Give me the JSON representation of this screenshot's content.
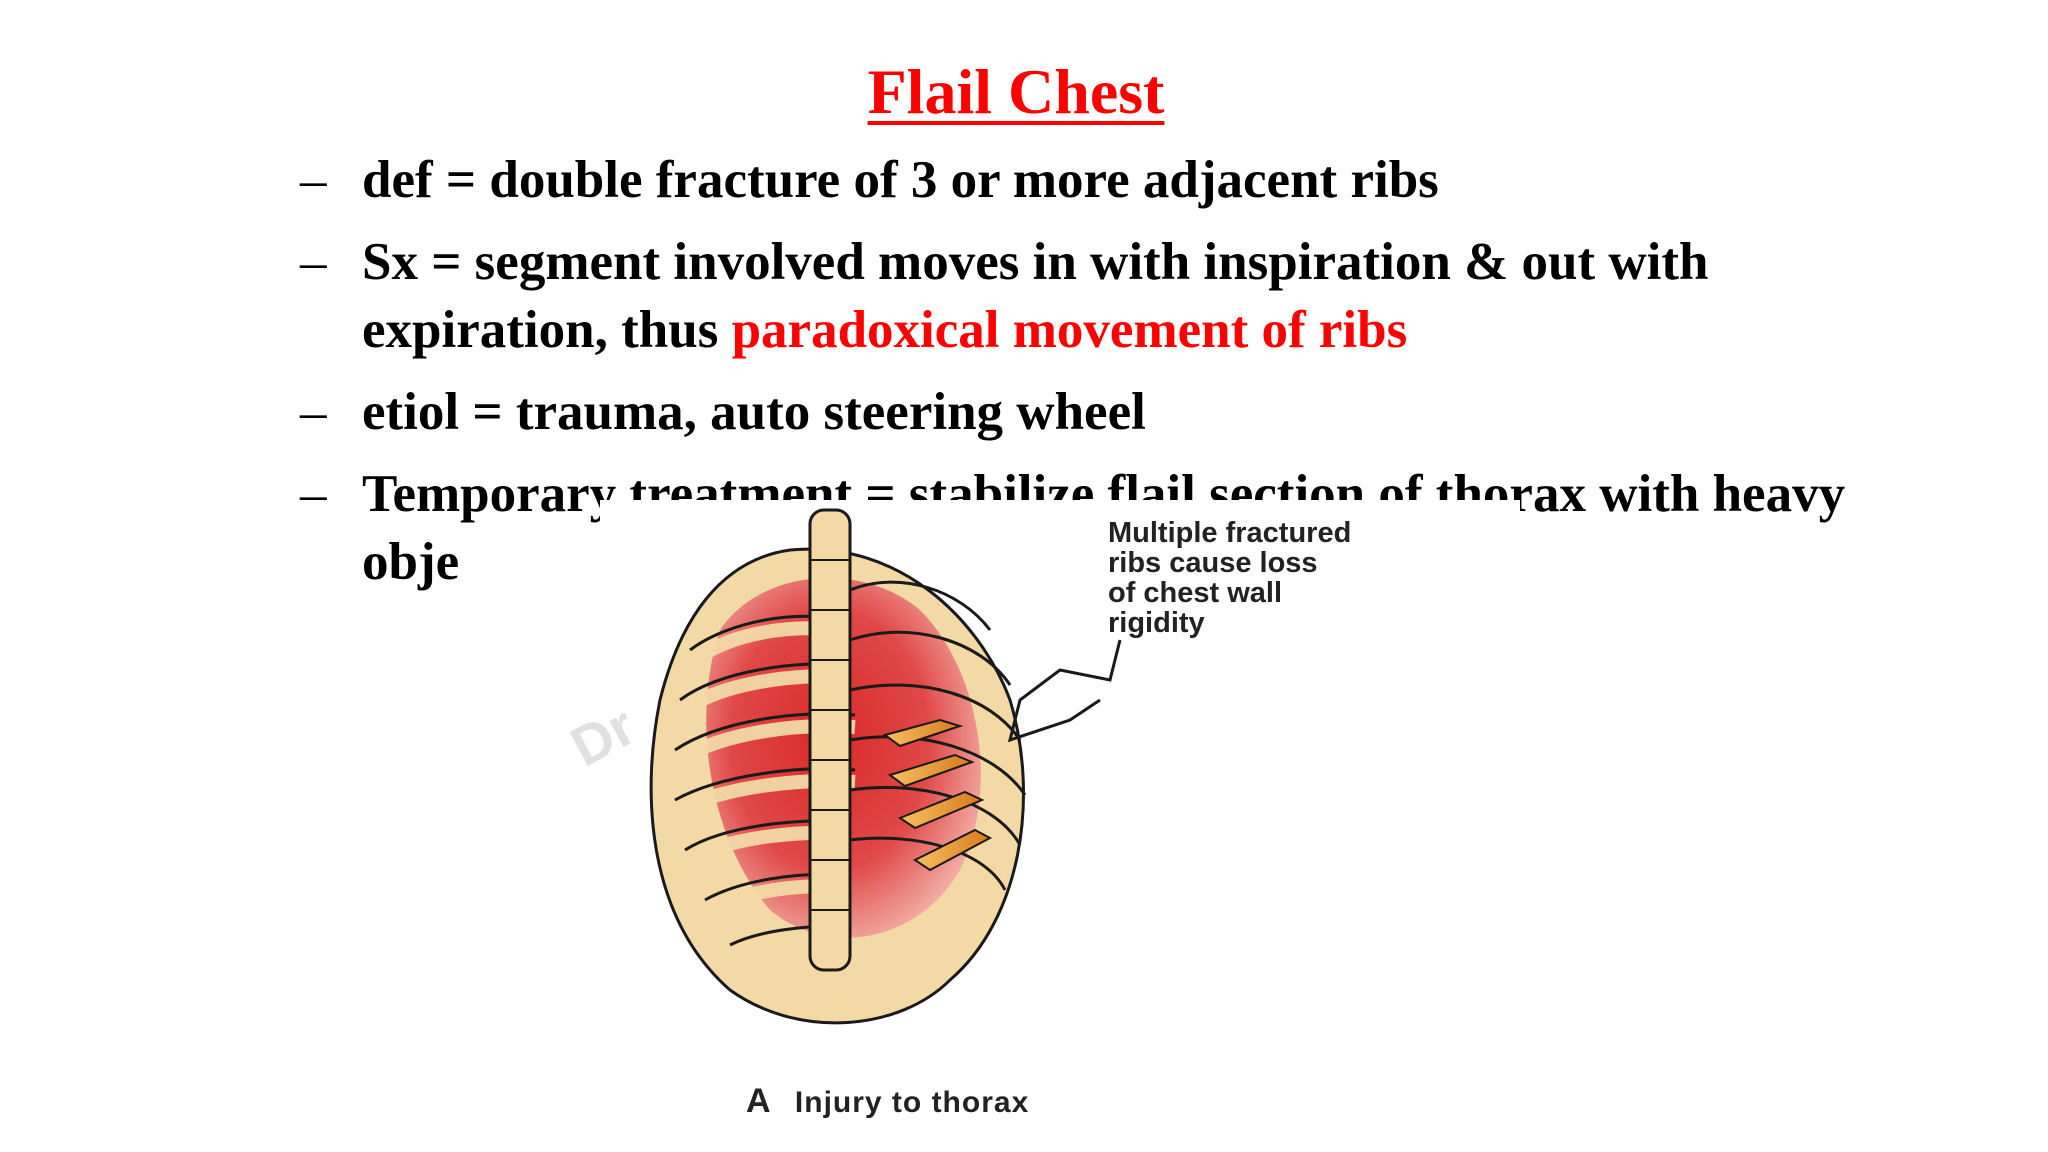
{
  "slide": {
    "title": "Flail Chest",
    "bullets": [
      {
        "dash": "–",
        "text": "def = double fracture of 3 or more adjacent ribs"
      },
      {
        "dash": "–",
        "text": "Sx = segment involved moves in with inspiration & out with expiration, thus ",
        "highlight": "paradoxical movement of ribs"
      },
      {
        "dash": "–",
        "text": "etiol = trauma, auto steering wheel"
      },
      {
        "dash": "–",
        "text": "Temporary treatment = stabilize flail section of thorax with heavy obje"
      }
    ]
  },
  "figure": {
    "annotation": "Multiple fractured\nribs cause loss\nof chest wall\nrigidity",
    "caption_letter": "A",
    "caption_text": "Injury to thorax",
    "watermark": "Dr",
    "colors": {
      "bone": "#f3d9a6",
      "outline": "#1a1a1a",
      "lung_red": "#e04040",
      "fracture_orange": "#e8962c",
      "title_red": "#ff0000"
    }
  }
}
